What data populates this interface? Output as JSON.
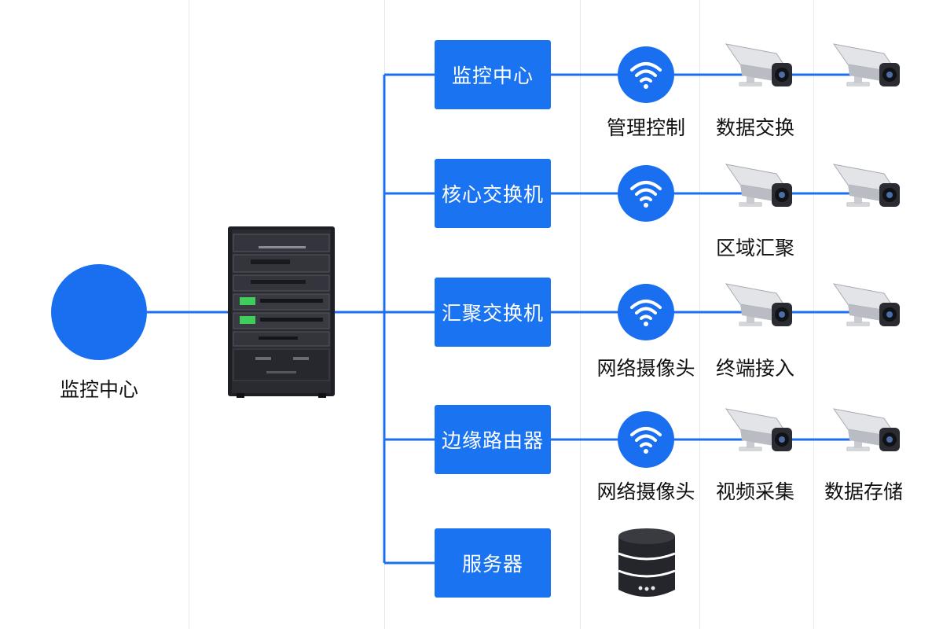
{
  "center": {
    "label": "监控中心"
  },
  "boxes": [
    {
      "label": "监控中心"
    },
    {
      "label": "核心交换机"
    },
    {
      "label": "汇聚交换机"
    },
    {
      "label": "边缘路由器"
    },
    {
      "label": "服务器"
    }
  ],
  "wifi_labels": [
    "管理控制",
    "网络摄像头",
    "网络摄像头"
  ],
  "camera_labels": [
    "数据交换",
    "区域汇聚",
    "终端接入",
    "视频采集",
    "数据存储"
  ],
  "icons": {
    "center": "circle-node-icon",
    "rack": "server-rack-icon",
    "wifi": "wifi-icon",
    "camera": "security-camera-icon",
    "database": "database-icon"
  },
  "colors": {
    "accent": "#1a6ef0",
    "line": "#1d6ff2",
    "dark": "#1e1f24"
  }
}
